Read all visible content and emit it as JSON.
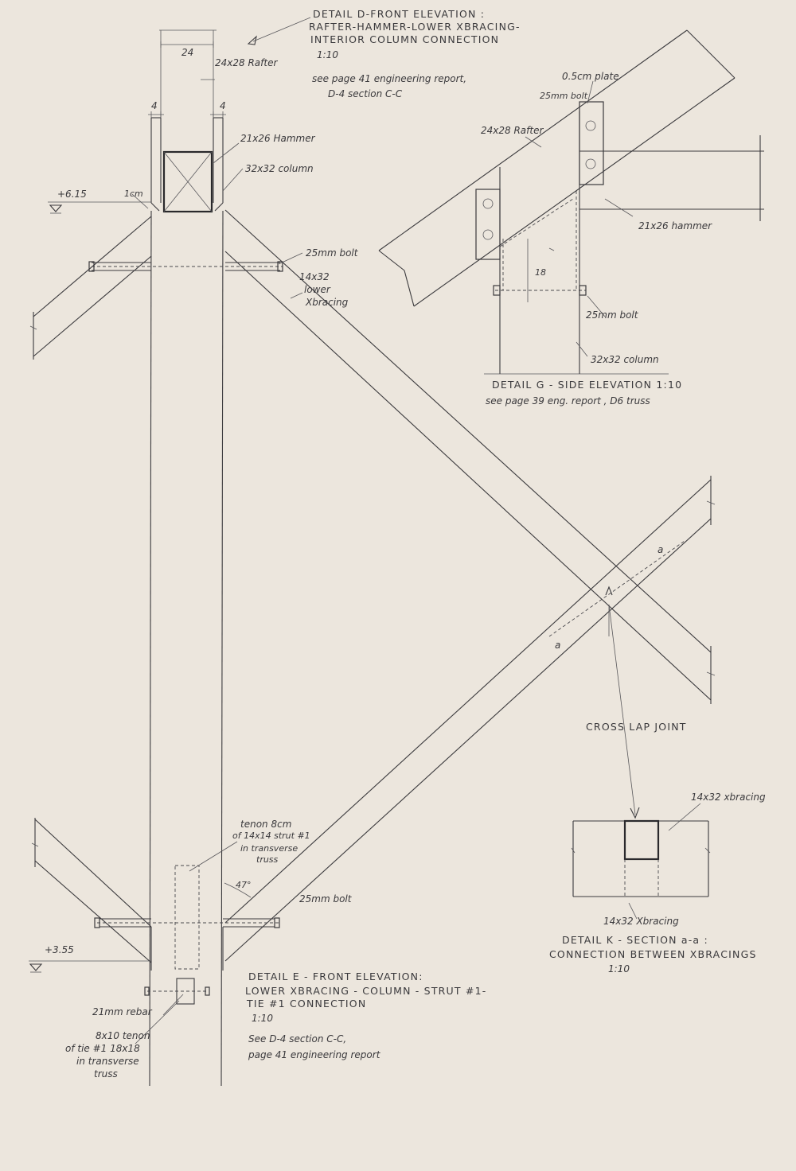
{
  "detail_d": {
    "title_line1": "DETAIL D-FRONT ELEVATION :",
    "title_line2": "RAFTER-HAMMER-LOWER XBRACING-",
    "title_line3": "INTERIOR COLUMN CONNECTION",
    "scale": "1:10",
    "note_line1": "see page 41 engineering report,",
    "note_line2": "D-4 section C-C",
    "dim_width": "24",
    "dim_left": "4",
    "dim_right": "4",
    "rafter_label": "24x28 Rafter",
    "hammer_label": "21x26 Hammer",
    "column_label": "32x32 column",
    "level_label": "+6.15",
    "gap_label": "1cm",
    "bolt_label": "25mm bolt",
    "bracing_label_line1": "14x32",
    "bracing_label_line2": "lower",
    "bracing_label_line3": "Xbracing"
  },
  "detail_g": {
    "plate_label": "0.5cm plate",
    "bolt_top_label": "25mm bolt",
    "rafter_label": "24x28 Rafter",
    "hammer_label": "21x26 hammer",
    "dim_label": "18",
    "bolt_bottom_label": "25mm bolt",
    "column_label": "32x32 column",
    "title": "DETAIL G  - SIDE ELEVATION  1:10",
    "note": "see page 39 eng. report  ,  D6 truss"
  },
  "cross_lap": {
    "label": "CROSS LAP JOINT",
    "section_mark": "a"
  },
  "detail_k": {
    "top_label": "14x32 xbracing",
    "bottom_label": "14x32 Xbracing",
    "title_line1": "DETAIL K  - SECTION a-a :",
    "title_line2": "CONNECTION BETWEEN XBRACINGS",
    "scale": "1:10"
  },
  "detail_e": {
    "tenon_line1": "tenon 8cm",
    "tenon_line2": "of 14x14 strut #1",
    "tenon_line3": "in transverse",
    "tenon_line4": "truss",
    "angle_label": "47°",
    "bolt_label": "25mm bolt",
    "level_label": "+3.55",
    "rebar_label": "21mm rebar",
    "tie_line1": "8x10 tenon",
    "tie_line2": "of tie #1 18x18",
    "tie_line3": "in transverse",
    "tie_line4": "truss",
    "title_line1": "DETAIL E - FRONT ELEVATION:",
    "title_line2": "LOWER XBRACING - COLUMN - STRUT #1-",
    "title_line3": "TIE #1   CONNECTION",
    "scale": "1:10",
    "note_line1": "See D-4 section C-C,",
    "note_line2": "page 41 engineering report"
  }
}
